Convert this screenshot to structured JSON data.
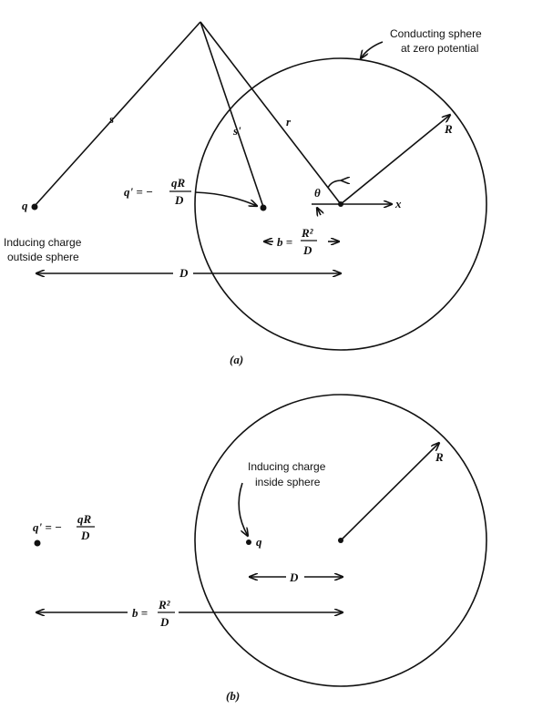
{
  "panel_a": {
    "caption": "(a)",
    "sphere_label_line1": "Conducting sphere",
    "sphere_label_line2": "at zero potential",
    "s": "s",
    "s_prime": "s'",
    "r": "r",
    "R": "R",
    "theta": "θ",
    "x": "x",
    "q": "q",
    "q_prime": "q' = −",
    "qR": "qR",
    "D_den": "D",
    "inducing_line1": "Inducing charge",
    "inducing_line2": "outside sphere",
    "b_eq": "b =",
    "R2": "R²",
    "b_den": "D",
    "D": "D"
  },
  "panel_b": {
    "caption": "(b)",
    "R": "R",
    "inducing_line1": "Inducing charge",
    "inducing_line2": "inside sphere",
    "q": "q",
    "q_prime": "q' = −",
    "qR": "qR",
    "D_den": "D",
    "D": "D",
    "b_eq": "b =",
    "R2": "R²",
    "b_den": "D"
  }
}
